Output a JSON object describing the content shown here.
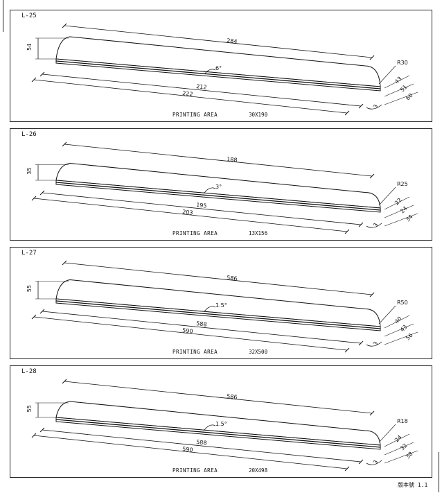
{
  "printing_area_label": "PRINTING AREA",
  "version_label": "版本號 1.1",
  "panels": [
    {
      "label": "L-25",
      "area": "30X190",
      "top_len": "284",
      "mid_len": "212",
      "bot_len": "222",
      "height": "54",
      "radius": "R30",
      "angle": "6°",
      "sides": [
        "43",
        "51",
        "60"
      ],
      "small_dim": "3"
    },
    {
      "label": "L-26",
      "area": "13X156",
      "top_len": "188",
      "mid_len": "195",
      "bot_len": "203",
      "height": "35",
      "radius": "R25",
      "angle": "3°",
      "sides": [
        "22",
        "24",
        "34"
      ],
      "small_dim": "3"
    },
    {
      "label": "L-27",
      "area": "32X500",
      "top_len": "586",
      "mid_len": "588",
      "bot_len": "590",
      "height": "55",
      "radius": "R50",
      "angle": "1.5°",
      "sides": [
        "40",
        "43",
        "56"
      ],
      "small_dim": "3"
    },
    {
      "label": "L-28",
      "area": "20X498",
      "top_len": "586",
      "mid_len": "588",
      "bot_len": "590",
      "height": "55",
      "radius": "R18",
      "angle": "1.5°",
      "sides": [
        "24",
        "32",
        "38"
      ],
      "small_dim": "3"
    }
  ]
}
